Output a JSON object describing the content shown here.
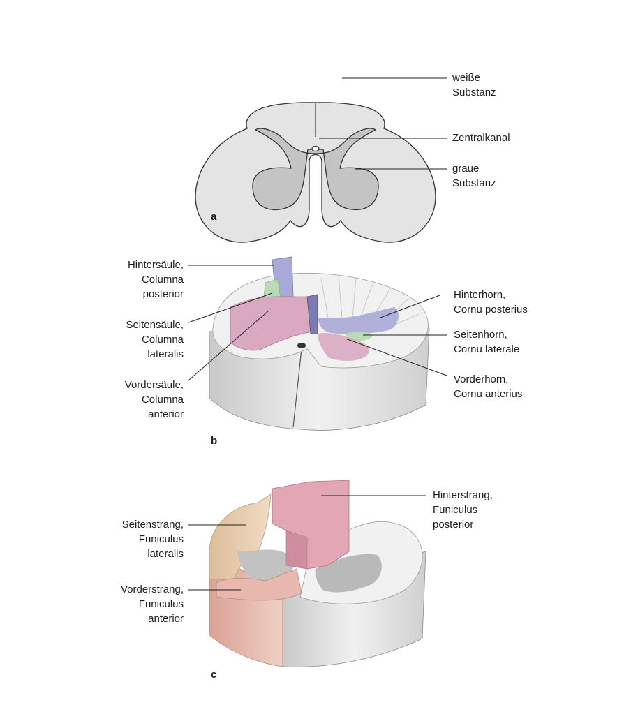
{
  "panel_a": {
    "letter": "a",
    "labels": {
      "white_matter": [
        "weiße",
        "Substanz"
      ],
      "central_canal": [
        "Zentralkanal"
      ],
      "grey_matter": [
        "graue",
        "Substanz"
      ]
    }
  },
  "panel_b": {
    "letter": "b",
    "labels": {
      "posterior_column": [
        "Hintersäule,",
        "Columna",
        "posterior"
      ],
      "lateral_column": [
        "Seitensäule,",
        "Columna",
        "lateralis"
      ],
      "anterior_column": [
        "Vordersäule,",
        "Columna",
        "anterior"
      ],
      "posterior_horn": [
        "Hinterhorn,",
        "Cornu posterius"
      ],
      "lateral_horn": [
        "Seitenhorn,",
        "Cornu laterale"
      ],
      "anterior_horn": [
        "Vorderhorn,",
        "Cornu anterius"
      ]
    }
  },
  "panel_c": {
    "letter": "c",
    "labels": {
      "posterior_funiculus": [
        "Hinterstrang,",
        "Funiculus",
        "posterior"
      ],
      "lateral_funiculus": [
        "Seitenstrang,",
        "Funiculus",
        "lateralis"
      ],
      "anterior_funiculus": [
        "Vorderstrang,",
        "Funiculus",
        "anterior"
      ]
    }
  },
  "colors": {
    "white_matter": "#e4e4e4",
    "grey_matter": "#c4c4c4",
    "posterior_column": "#a9a9d8",
    "lateral_column": "#b9dcb4",
    "anterior_column": "#d9a9c2",
    "posterior_funiculus": "#e2a6b4",
    "lateral_funiculus": "#ecd3b6",
    "anterior_funiculus": "#e8b8ae"
  }
}
